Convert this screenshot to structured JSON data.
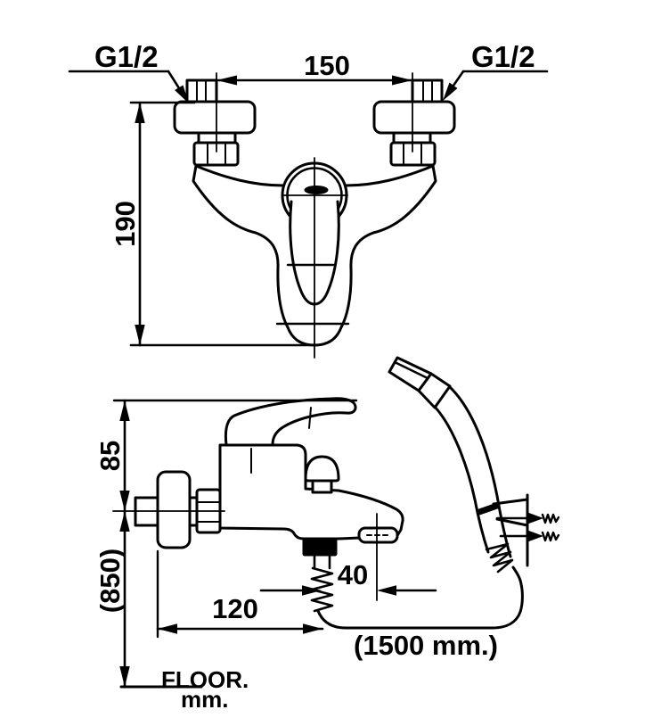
{
  "page": {
    "background": "#ffffff",
    "line_color": "#000000"
  },
  "drawing": {
    "labels": {
      "thread_left": "G1/2",
      "thread_right": "G1/2",
      "dim_center_distance": "150",
      "dim_body_height": "190",
      "dim_lever_height": "85",
      "dim_mount_height": "(850)",
      "dim_hose_to_spout": "40",
      "dim_wall_to_hose": "120",
      "hose_length": "(1500 mm.)",
      "floor_label": "FLOOR.",
      "unit_label": "mm."
    }
  }
}
